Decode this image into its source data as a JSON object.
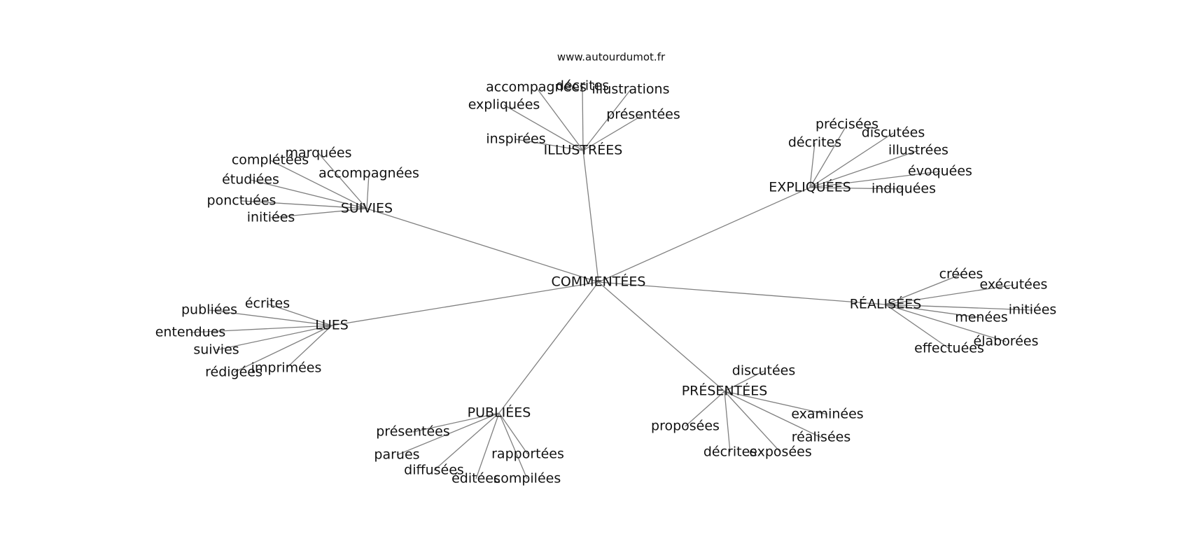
{
  "watermark": "www.autourdumot.fr",
  "graph": {
    "center": "COMMENTÉES",
    "hubs": [
      {
        "id": "illustrees",
        "label": "ILLUSTRÉES",
        "leaves": [
          "accompagnées",
          "décrites",
          "illustrations",
          "expliquées",
          "présentées",
          "inspirées"
        ]
      },
      {
        "id": "expliquees",
        "label": "EXPLIQUÉES",
        "leaves": [
          "précisées",
          "décrites",
          "discutées",
          "illustrées",
          "évoquées",
          "indiquées"
        ]
      },
      {
        "id": "suivies",
        "label": "SUIVIES",
        "leaves": [
          "marquées",
          "complétées",
          "accompagnées",
          "étudiées",
          "ponctuées",
          "initiées"
        ]
      },
      {
        "id": "realisees",
        "label": "RÉALISÉES",
        "leaves": [
          "créées",
          "exécutées",
          "menées",
          "initiées",
          "élaborées",
          "effectuées"
        ]
      },
      {
        "id": "lues",
        "label": "LUES",
        "leaves": [
          "écrites",
          "publiées",
          "entendues",
          "suivies",
          "imprimées",
          "rédigées"
        ]
      },
      {
        "id": "presentees",
        "label": "PRÉSENTÉES",
        "leaves": [
          "discutées",
          "examinées",
          "proposées",
          "réalisées",
          "décrites",
          "exposées"
        ]
      },
      {
        "id": "publiees",
        "label": "PUBLIÉES",
        "leaves": [
          "présentées",
          "parues",
          "rapportées",
          "diffusées",
          "éditées",
          "compilées"
        ]
      }
    ]
  }
}
